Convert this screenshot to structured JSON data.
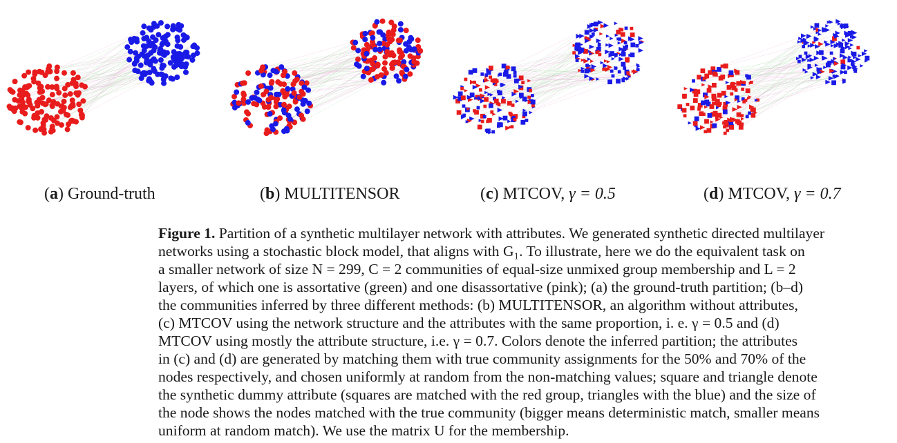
{
  "panels": [
    {
      "letter": "a",
      "title": "Ground-truth",
      "gamma": ""
    },
    {
      "letter": "b",
      "title": "MULTITENSOR",
      "gamma": ""
    },
    {
      "letter": "c",
      "title": "MTCOV, ",
      "gamma": "γ = 0.5"
    },
    {
      "letter": "d",
      "title": "MTCOV, ",
      "gamma": "γ = 0.7"
    }
  ],
  "caption": {
    "figure_label": "Figure 1.",
    "lines": [
      " Partition of a synthetic multilayer network with attributes. We generated synthetic directed multilayer",
      "networks using a stochastic block model, that aligns with G₁. To illustrate, here we do the equivalent task on",
      "a smaller network of size N = 299, C = 2 communities of equal-size unmixed group membership and L = 2",
      "layers, of which one is assortative (green) and one disassortative (pink); (a) the ground-truth partition; (b–d)",
      "the communities inferred by three different methods: (b) MULTITENSOR, an algorithm without attributes,",
      "(c) MTCOV using the network structure and the attributes with the same proportion, i. e. γ = 0.5 and (d)",
      "MTCOV using mostly the attribute structure, i.e. γ = 0.7. Colors denote the inferred partition; the attributes",
      "in (c) and (d) are generated by matching them with true community assignments for the 50% and 70% of the",
      "nodes respectively, and chosen uniformly at random from the non-matching values; square and triangle denote",
      "the synthetic dummy attribute (squares are matched with the red group, triangles with the blue) and the size of",
      "the node shows the nodes matched with the true community (bigger means deterministic match, smaller means",
      "uniform at random match). We use the matrix U for the membership."
    ]
  },
  "colors": {
    "red": "#e81c1c",
    "blue": "#1a1ae6",
    "edge_green": "#9ed89e",
    "edge_pink": "#e6a6d6"
  }
}
